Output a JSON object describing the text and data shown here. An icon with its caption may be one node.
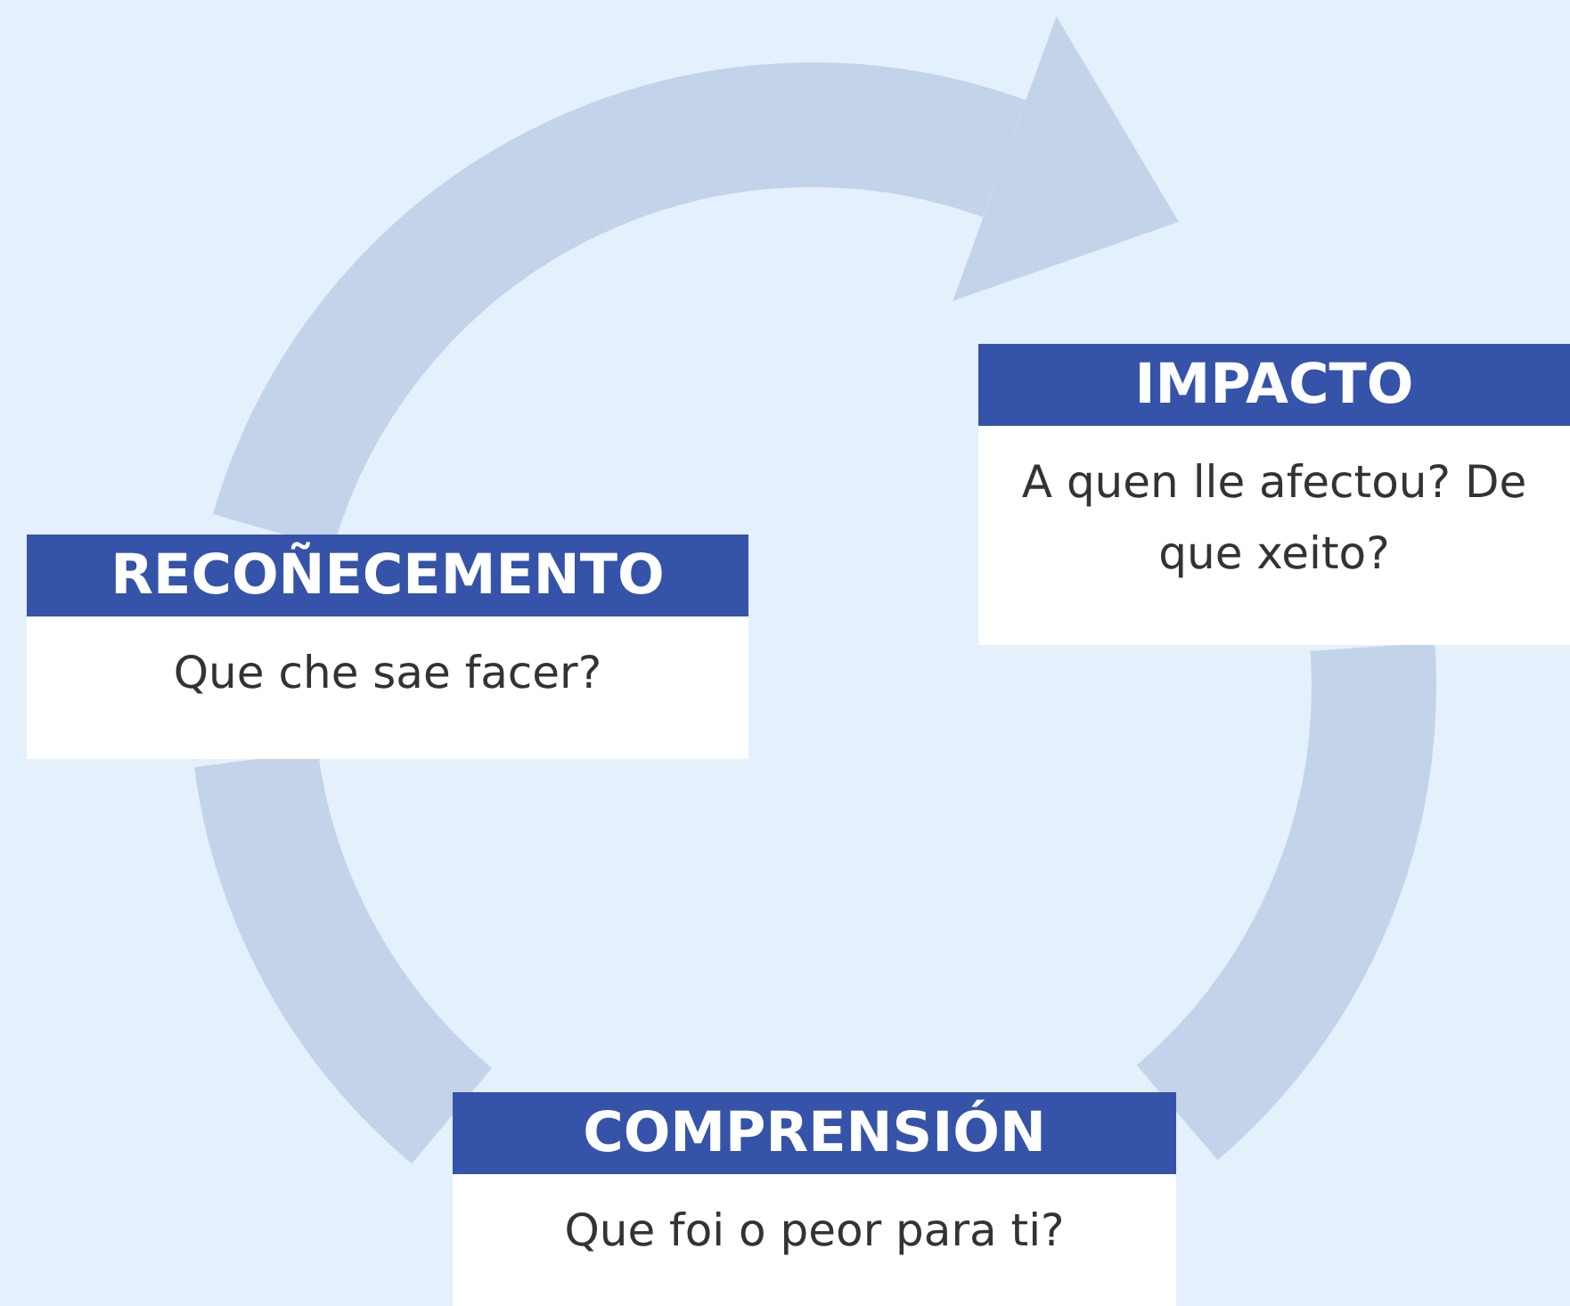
{
  "diagram": {
    "nodes": [
      {
        "text": [
          "IMPACTO",
          "A quen lle afectou? De que xeito?"
        ]
      },
      {
        "text": [
          "RECOÑECEMENTO",
          "Que che sae facer?"
        ]
      },
      {
        "text": [
          "COMPRENSIÓN",
          "Que foi o peor para ti?"
        ]
      }
    ],
    "edges": [
      {
        "from": 1,
        "to": 0,
        "arrow": "to"
      },
      {
        "from": 0,
        "to": 2,
        "arrow": "none"
      },
      {
        "from": 2,
        "to": 1,
        "arrow": "none"
      }
    ]
  }
}
